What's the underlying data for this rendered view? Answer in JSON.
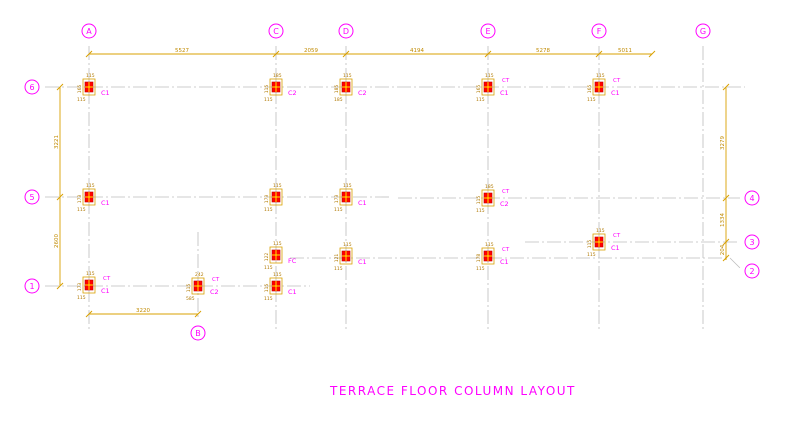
{
  "title": "TERRACE FLOOR COLUMN LAYOUT",
  "colors": {
    "grid_bubble": "#ff00ff",
    "dimension": "#d9a000",
    "column": "#ff0000",
    "column_bar": "#ffff00",
    "gridline": "#bdbdbd"
  },
  "grid_bubbles": [
    {
      "id": "A",
      "label": "A"
    },
    {
      "id": "C",
      "label": "C"
    },
    {
      "id": "D",
      "label": "D"
    },
    {
      "id": "E",
      "label": "E"
    },
    {
      "id": "F",
      "label": "F"
    },
    {
      "id": "G",
      "label": "G"
    },
    {
      "id": "B",
      "label": "B"
    },
    {
      "id": "6",
      "label": "6"
    },
    {
      "id": "5",
      "label": "5"
    },
    {
      "id": "1",
      "label": "1"
    },
    {
      "id": "4",
      "label": "4"
    },
    {
      "id": "3",
      "label": "3"
    },
    {
      "id": "2",
      "label": "2"
    }
  ],
  "dimensions": {
    "top": [
      "5527",
      "2059",
      "4194",
      "5278",
      "5011"
    ],
    "left": [
      "3221",
      "2600"
    ],
    "right": [
      "3279",
      "1334",
      "204"
    ],
    "bottom": [
      "3220"
    ]
  },
  "columns": [
    {
      "id": "A6",
      "label": "C1",
      "note": "",
      "top_dim": "115",
      "side_dim": "165",
      "bottom_dim": "115"
    },
    {
      "id": "C6",
      "label": "C2",
      "note": "",
      "top_dim": "185",
      "side_dim": "115",
      "bottom_dim": "115"
    },
    {
      "id": "D6",
      "label": "C2",
      "note": "",
      "top_dim": "115",
      "side_dim": "185",
      "bottom_dim": "185"
    },
    {
      "id": "E6",
      "label": "C1",
      "note": "CT",
      "top_dim": "115",
      "side_dim": "165",
      "bottom_dim": "115"
    },
    {
      "id": "F6",
      "label": "C1",
      "note": "CT",
      "top_dim": "115",
      "side_dim": "165",
      "bottom_dim": "115"
    },
    {
      "id": "A5",
      "label": "C1",
      "note": "",
      "top_dim": "115",
      "side_dim": "173",
      "bottom_dim": "115"
    },
    {
      "id": "C5",
      "label": "",
      "note": "",
      "top_dim": "115",
      "side_dim": "173",
      "bottom_dim": "115"
    },
    {
      "id": "D5",
      "label": "C1",
      "note": "",
      "top_dim": "115",
      "side_dim": "173",
      "bottom_dim": "115"
    },
    {
      "id": "E5",
      "label": "C2",
      "note": "CT",
      "top_dim": "185",
      "side_dim": "115",
      "bottom_dim": "115"
    },
    {
      "id": "C-FC",
      "label": "FC",
      "note": "",
      "top_dim": "115",
      "side_dim": "122",
      "bottom_dim": "115"
    },
    {
      "id": "D4",
      "label": "C1",
      "note": "",
      "top_dim": "115",
      "side_dim": "121",
      "bottom_dim": "115"
    },
    {
      "id": "E4",
      "label": "C1",
      "note": "CT",
      "top_dim": "115",
      "side_dim": "178",
      "bottom_dim": "115"
    },
    {
      "id": "F3",
      "label": "C1",
      "note": "CT",
      "top_dim": "115",
      "side_dim": "115",
      "bottom_dim": "115"
    },
    {
      "id": "A1",
      "label": "C1",
      "note": "CT",
      "top_dim": "115",
      "side_dim": "173",
      "bottom_dim": "115"
    },
    {
      "id": "B1",
      "label": "C2",
      "note": "CT",
      "top_dim": "242",
      "side_dim": "115",
      "bottom_dim": "585"
    },
    {
      "id": "C1",
      "label": "C1",
      "note": "",
      "top_dim": "115",
      "side_dim": "115",
      "bottom_dim": "115"
    }
  ]
}
